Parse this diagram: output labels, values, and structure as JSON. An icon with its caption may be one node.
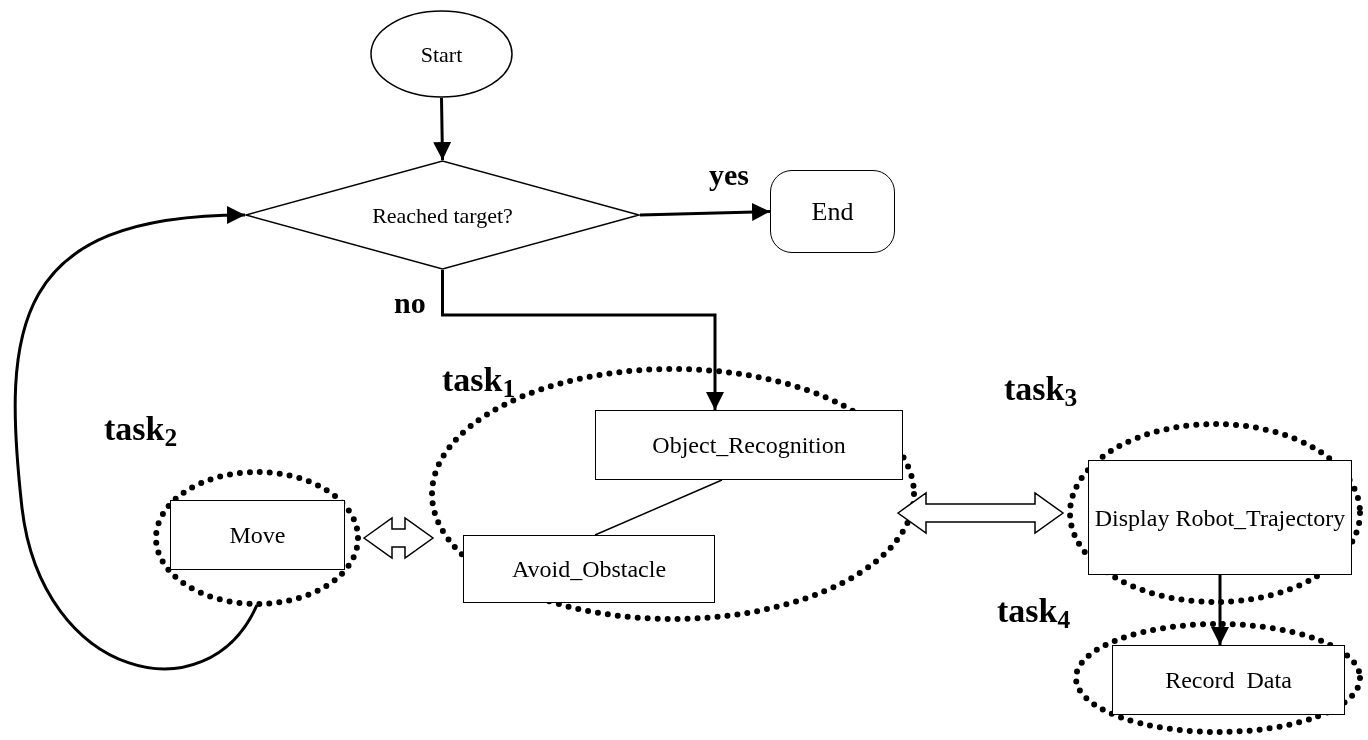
{
  "diagram": {
    "nodes": [
      {
        "text": [
          "Start"
        ]
      },
      {
        "text": [
          "Reached target?"
        ]
      },
      {
        "text": [
          "End"
        ]
      },
      {
        "text": [
          "task$_{1}$"
        ]
      },
      {
        "text": [
          "Object_Recognition"
        ],
        "in": 3
      },
      {
        "text": [
          "Avoid_Obstacle"
        ],
        "in": 3
      },
      {
        "text": [
          "task$_{2}$"
        ]
      },
      {
        "text": [
          "Move"
        ],
        "in": 6
      },
      {
        "text": [
          "task$_{3}$"
        ]
      },
      {
        "text": [
          "Display Robot_Trajectory"
        ],
        "in": 8
      },
      {
        "text": [
          "task$_{4}$"
        ]
      },
      {
        "text": [
          "Record  Data"
        ],
        "in": 10
      }
    ],
    "edges": [
      {
        "from": 0,
        "to": 1,
        "arrow": "to"
      },
      {
        "from": 1,
        "to": 2,
        "arrow": "to",
        "label": "yes"
      },
      {
        "from": 1,
        "to": 4,
        "arrow": "to",
        "label": "no"
      },
      {
        "from": 4,
        "to": 5,
        "arrow": "none"
      },
      {
        "from": 6,
        "to": 1,
        "arrow": "to"
      },
      {
        "from": 6,
        "to": 3,
        "arrow": "both",
        "style": "thick"
      },
      {
        "from": 3,
        "to": 8,
        "arrow": "both",
        "style": "thick"
      },
      {
        "from": 9,
        "to": 11,
        "arrow": "to"
      }
    ]
  }
}
